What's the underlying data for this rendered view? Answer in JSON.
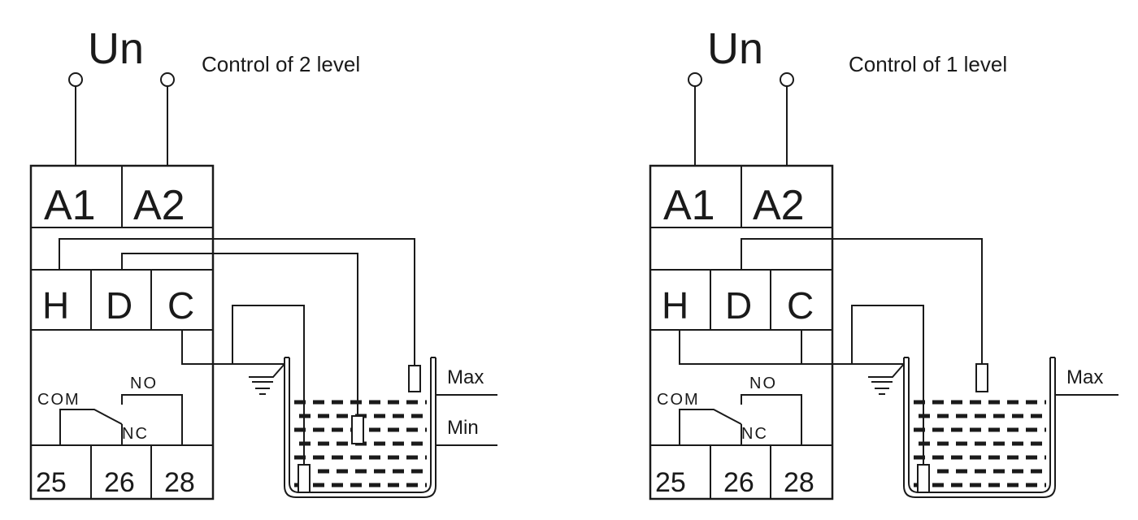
{
  "left": {
    "supply_label": "Un",
    "caption": "Control of 2 level",
    "terminals_top": [
      "A1",
      "A2"
    ],
    "terminals_mid": [
      "H",
      "D",
      "C"
    ],
    "contact_labels": {
      "com": "COM",
      "no": "NO",
      "nc": "NC"
    },
    "terminals_bottom": [
      "25",
      "26",
      "28"
    ],
    "level_labels": {
      "max": "Max",
      "min": "Min"
    }
  },
  "right": {
    "supply_label": "Un",
    "caption": "Control of 1 level",
    "terminals_top": [
      "A1",
      "A2"
    ],
    "terminals_mid": [
      "H",
      "D",
      "C"
    ],
    "contact_labels": {
      "com": "COM",
      "no": "NO",
      "nc": "NC"
    },
    "terminals_bottom": [
      "25",
      "26",
      "28"
    ],
    "level_labels": {
      "max": "Max"
    }
  }
}
